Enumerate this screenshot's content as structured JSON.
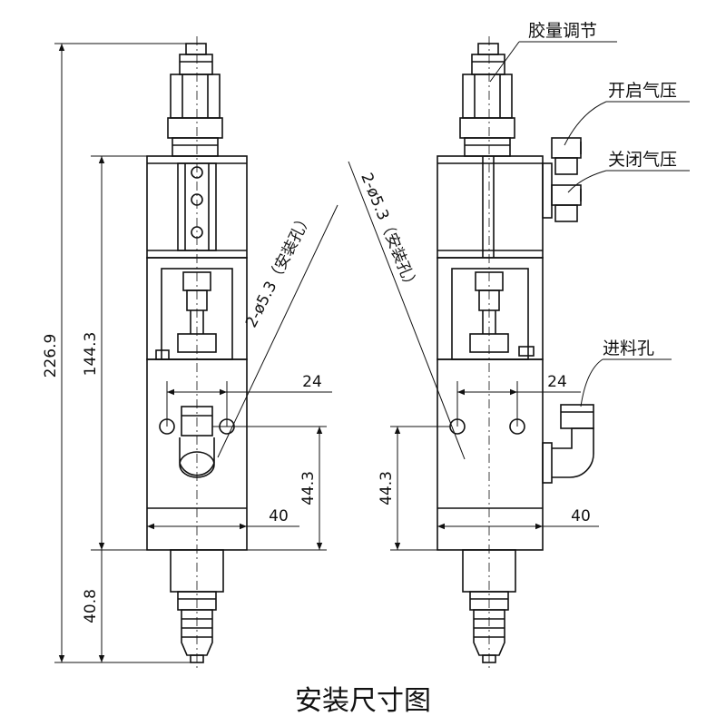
{
  "title": "安装尺寸图",
  "dimensions": {
    "total_height": "226.9",
    "body_height": "144.3",
    "nozzle_length": "40.8",
    "lower_height_left": "44.3",
    "lower_height_right": "44.3",
    "hole_spacing_left": "24",
    "hole_spacing_right": "24",
    "width_left": "40",
    "width_right": "40"
  },
  "hole_note_left": "2-ø5.3（安装孔）",
  "hole_note_right": "2-ø5.3（安装孔）",
  "callouts": {
    "glue_adjust": "胶量调节",
    "open_air": "开启气压",
    "close_air": "关闭气压",
    "feed_port": "进料孔"
  }
}
